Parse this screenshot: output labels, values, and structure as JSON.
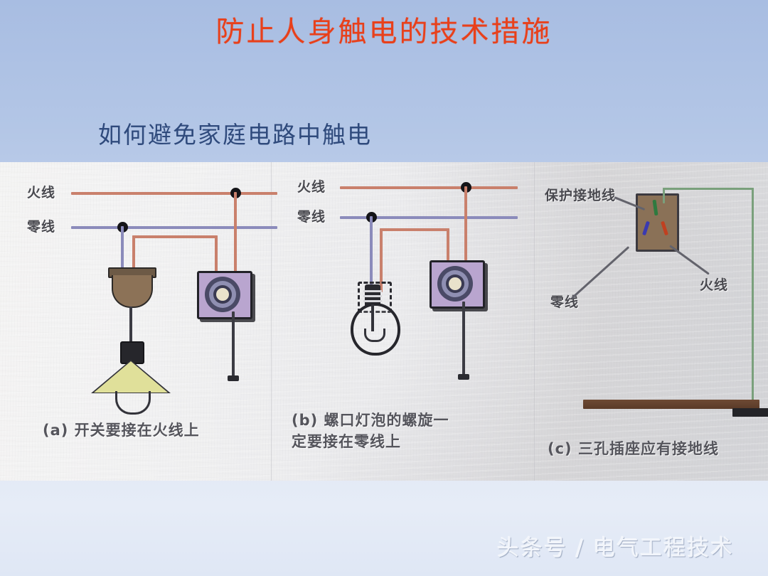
{
  "slide": {
    "title": "防止人身触电的技术措施",
    "subtitle": "如何避免家庭电路中触电",
    "title_color": "#e8401b",
    "subtitle_color": "#2f4a7c",
    "background_color": "#b3c6e6"
  },
  "figure": {
    "wire_colors": {
      "live": "#c9806c",
      "neutral": "#8b8bbb",
      "earth": "#7aa07c",
      "cord": "#3b3b43"
    },
    "panels": [
      {
        "id": "a",
        "caption": "(a) 开关要接在火线上",
        "labels": {
          "live": "火线",
          "neutral": "零线"
        },
        "components": [
          "ceiling-rose",
          "pendant-lamp",
          "pull-cord-switch"
        ]
      },
      {
        "id": "b",
        "caption_line1": "(b) 螺口灯泡的螺旋一",
        "caption_line2": "定要接在零线上",
        "labels": {
          "live": "火线",
          "neutral": "零线"
        },
        "components": [
          "screw-base-bulb",
          "pull-cord-switch"
        ]
      },
      {
        "id": "c",
        "caption": "(c) 三孔插座应有接地线",
        "labels": {
          "earth": "保护接地线",
          "neutral": "零线",
          "live": "火线"
        },
        "components": [
          "three-hole-socket",
          "earth-wire",
          "ground-bar"
        ],
        "slot_colors": {
          "earth": "#2f7a3f",
          "neutral": "#3a3ab0",
          "live": "#c04020"
        }
      }
    ]
  },
  "watermark": "头条号 / 电气工程技术"
}
